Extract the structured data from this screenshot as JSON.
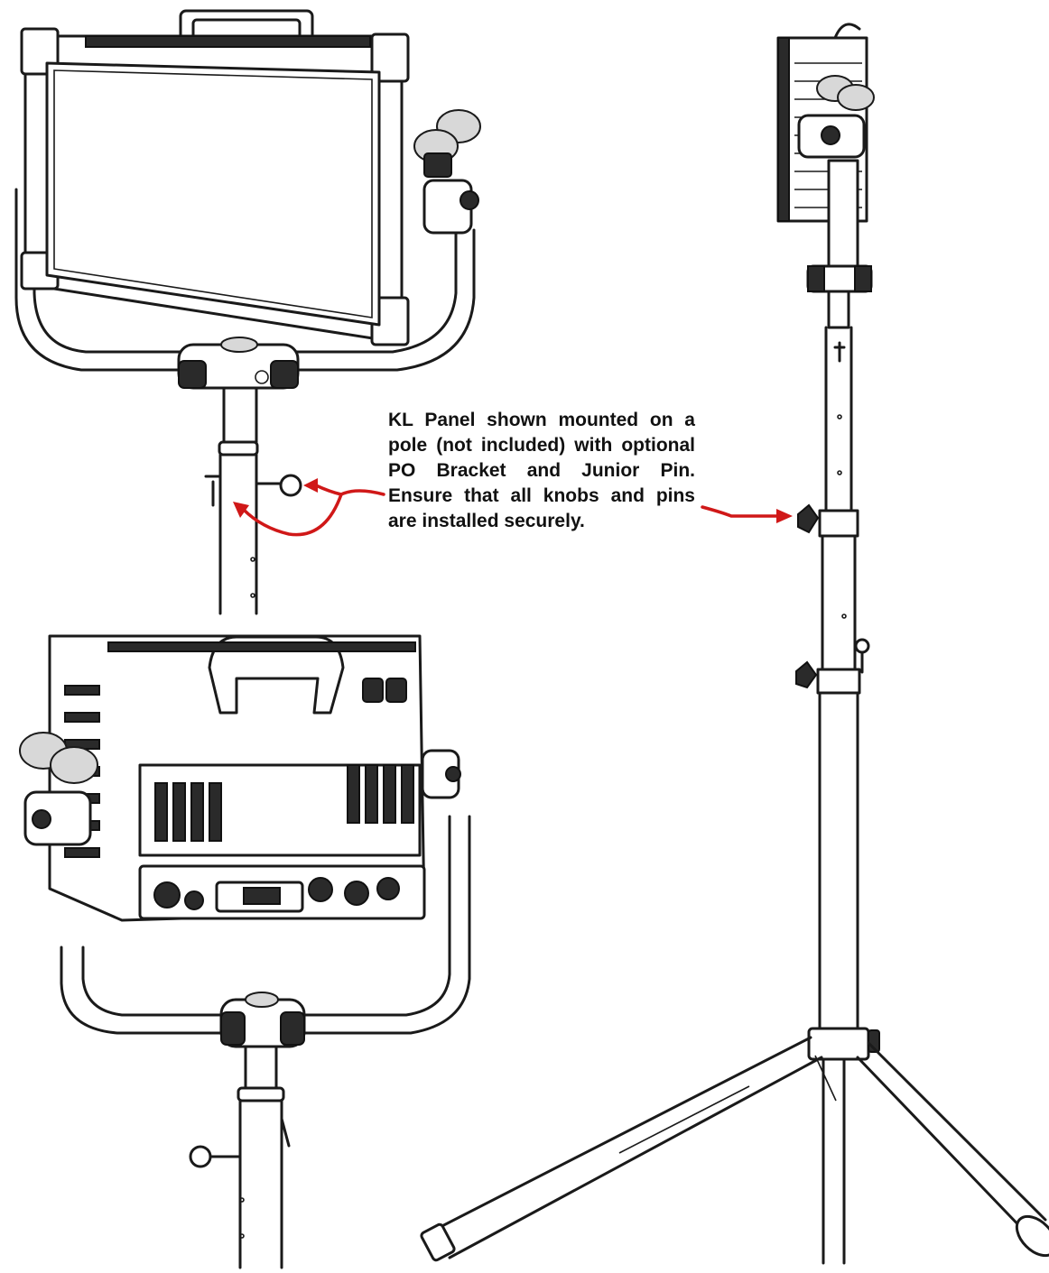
{
  "caption": "KL Panel shown mounted on a pole (not included) with optional PO Bracket and Junior Pin. Ensure that all knobs and pins are installed securely.",
  "colors": {
    "line": "#1a1a1a",
    "callout_arrow": "#d01818",
    "background": "#ffffff"
  },
  "illustrations": [
    "panel-front-view",
    "panel-rear-view",
    "panel-side-view-on-stand"
  ]
}
